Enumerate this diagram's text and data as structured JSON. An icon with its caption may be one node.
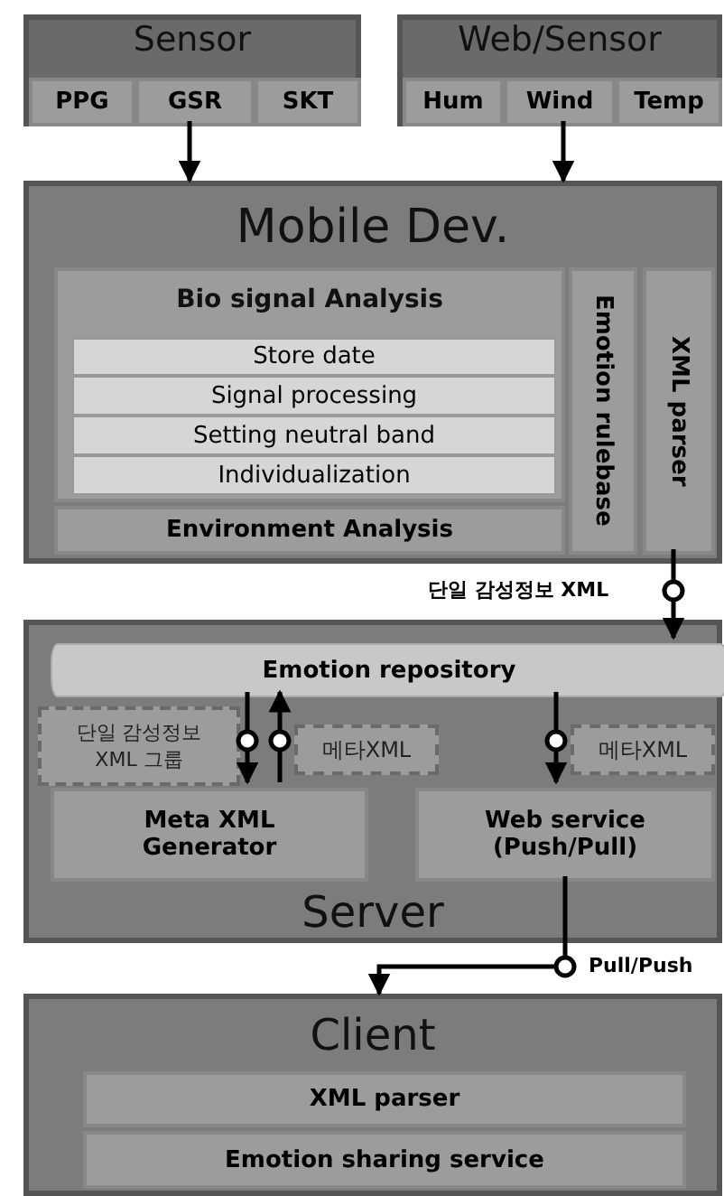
{
  "diagram": {
    "nodes": [
      {
        "text": [
          "Sensor"
        ]
      },
      {
        "text": [
          "PPG"
        ],
        "in": 0
      },
      {
        "text": [
          "GSR"
        ],
        "in": 0
      },
      {
        "text": [
          "SKT"
        ],
        "in": 0
      },
      {
        "text": [
          "Web/Sensor"
        ]
      },
      {
        "text": [
          "Hum"
        ],
        "in": 4
      },
      {
        "text": [
          "Wind"
        ],
        "in": 4
      },
      {
        "text": [
          "Temp"
        ],
        "in": 4
      },
      {
        "text": [
          "Mobile Dev."
        ]
      },
      {
        "text": [
          "Bio signal Analysis"
        ],
        "in": 8
      },
      {
        "text": [
          "Store date"
        ],
        "in": 9
      },
      {
        "text": [
          "Signal processing"
        ],
        "in": 9
      },
      {
        "text": [
          "Setting neutral band"
        ],
        "in": 9
      },
      {
        "text": [
          "Individualization"
        ],
        "in": 9
      },
      {
        "text": [
          "Environment Analysis"
        ],
        "in": 8
      },
      {
        "text": [
          "Emotion rulebase"
        ],
        "in": 8
      },
      {
        "text": [
          "XML parser"
        ],
        "in": 8
      },
      {
        "text": [
          "Server"
        ]
      },
      {
        "text": [
          "Emotion repository"
        ],
        "in": 17
      },
      {
        "text": [
          "단일 감성정보 XML 그룹"
        ],
        "in": 17
      },
      {
        "text": [
          "메타XML"
        ],
        "in": 17
      },
      {
        "text": [
          "Meta XML Generator"
        ],
        "in": 17
      },
      {
        "text": [
          "메타XML"
        ],
        "in": 17
      },
      {
        "text": [
          "Web service (Push/Pull)"
        ],
        "in": 17
      },
      {
        "text": [
          "Client"
        ]
      },
      {
        "text": [
          "XML parser"
        ],
        "in": 24
      },
      {
        "text": [
          "Emotion sharing service"
        ],
        "in": 24
      }
    ],
    "edges": [
      {
        "from": 2,
        "to": 8,
        "arrow": "to"
      },
      {
        "from": 6,
        "to": 8,
        "arrow": "to"
      },
      {
        "from": 16,
        "to": 18,
        "arrow": "to",
        "label": "단일 감성정보 XML"
      },
      {
        "from": 18,
        "to": 21,
        "arrow": "to"
      },
      {
        "from": 21,
        "to": 18,
        "arrow": "to"
      },
      {
        "from": 18,
        "to": 23,
        "arrow": "to"
      },
      {
        "from": 23,
        "to": 24,
        "arrow": "to",
        "label": "Pull/Push"
      }
    ]
  }
}
